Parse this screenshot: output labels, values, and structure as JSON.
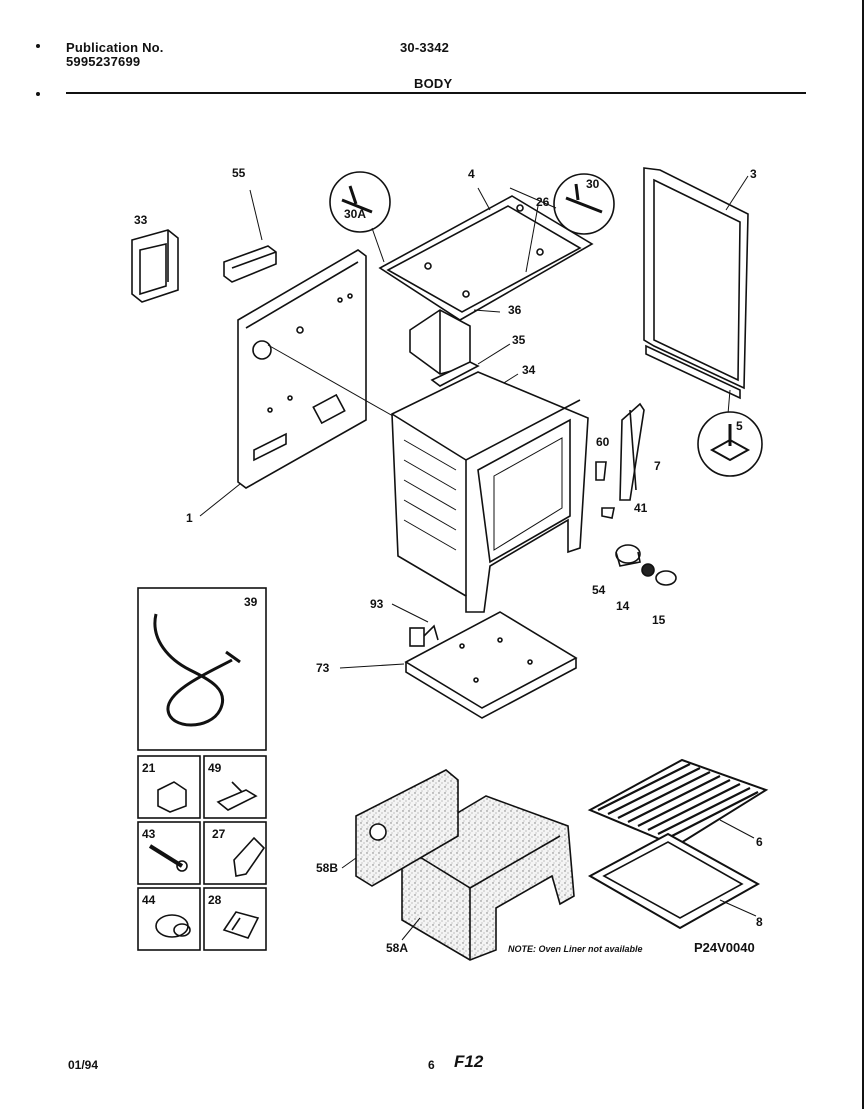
{
  "header": {
    "publication_label": "Publication No.",
    "publication_number": "5995237699",
    "doc_code": "30-3342",
    "section_title": "BODY"
  },
  "parts": {
    "p1": "1",
    "p3": "3",
    "p4": "4",
    "p5": "5",
    "p6": "6",
    "p7": "7",
    "p8": "8",
    "p14": "14",
    "p15": "15",
    "p21": "21",
    "p26": "26",
    "p27": "27",
    "p28": "28",
    "p30": "30",
    "p30a": "30A",
    "p33": "33",
    "p34": "34",
    "p35": "35",
    "p36": "36",
    "p39": "39",
    "p41": "41",
    "p43": "43",
    "p44": "44",
    "p49": "49",
    "p54": "54",
    "p55": "55",
    "p58a": "58A",
    "p58b": "58B",
    "p60": "60",
    "p73": "73",
    "p93": "93"
  },
  "note": "NOTE: Oven Liner not available",
  "figure_code": "P24V0040",
  "footer": {
    "date": "01/94",
    "page": "6",
    "sheet": "F12"
  }
}
